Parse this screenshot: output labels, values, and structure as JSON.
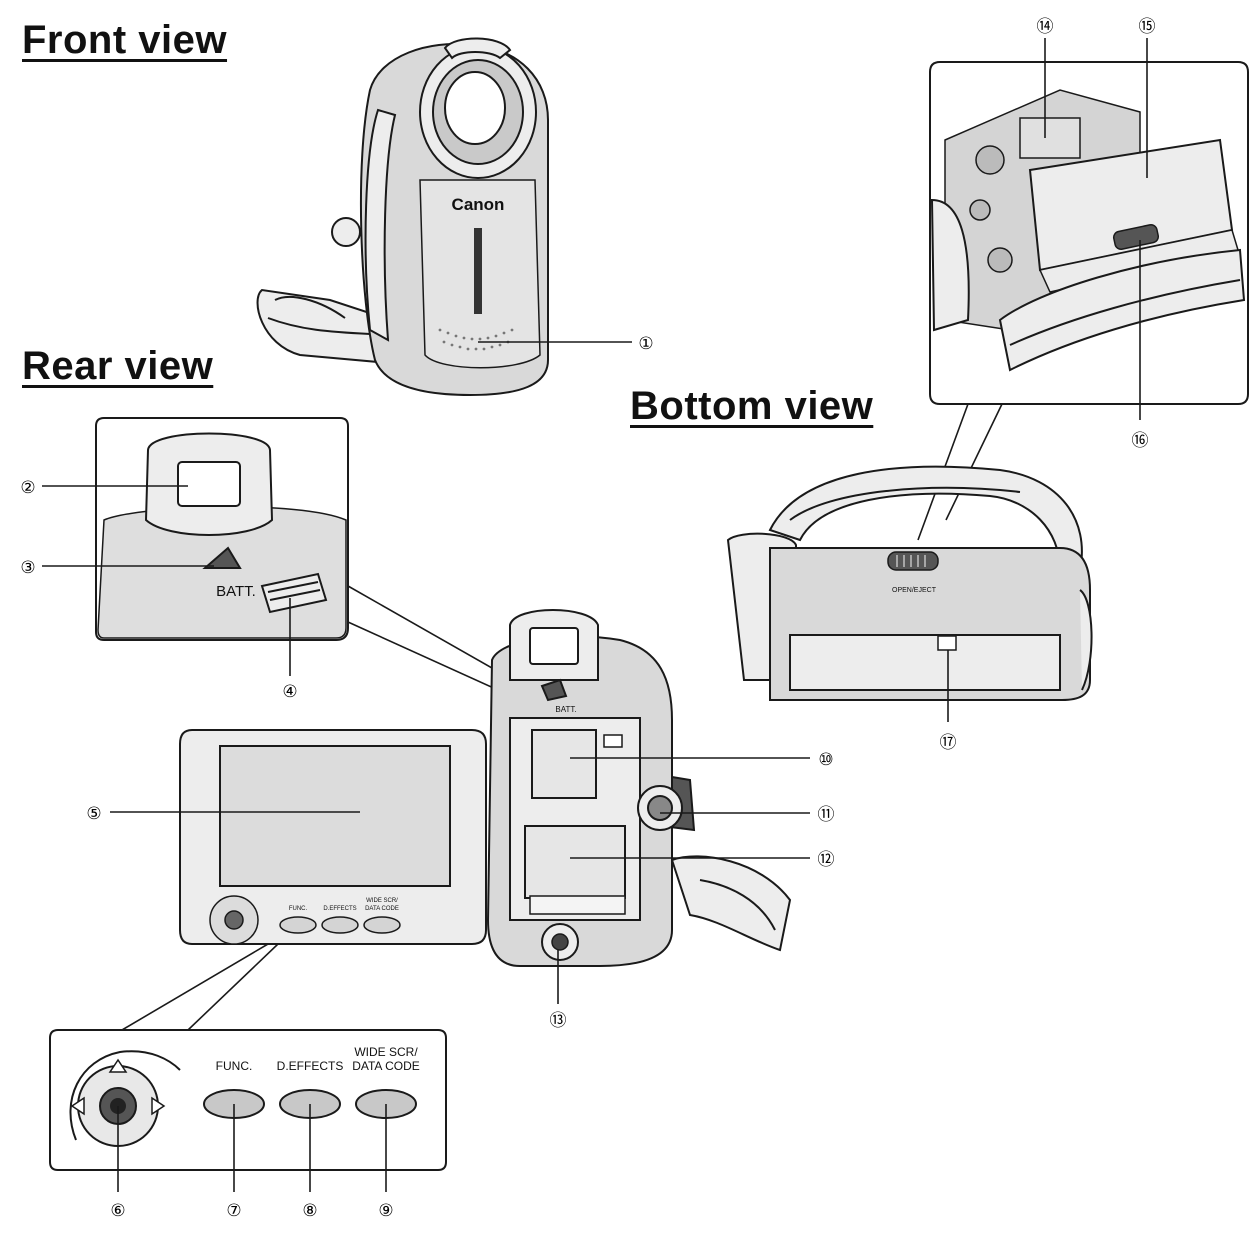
{
  "views": {
    "front": "Front view",
    "rear": "Rear view",
    "bottom": "Bottom view"
  },
  "camera_labels": {
    "brand": "Canon",
    "batt": "BATT.",
    "batt_small": "BATT.",
    "open_eject": "OPEN/EJECT",
    "func": "FUNC.",
    "deffects": "D.EFFECTS",
    "wide_scr": "WIDE SCR/",
    "data_code": "DATA CODE",
    "func_small": "FUNC.",
    "deffects_small": "D.EFFECTS",
    "wide_small": "WIDE SCR/",
    "data_small": "DATA CODE"
  },
  "callouts": [
    "①",
    "②",
    "③",
    "④",
    "⑤",
    "⑥",
    "⑦",
    "⑧",
    "⑨",
    "⑩",
    "⑪",
    "⑫",
    "⑬",
    "⑭",
    "⑮",
    "⑯",
    "⑰"
  ]
}
